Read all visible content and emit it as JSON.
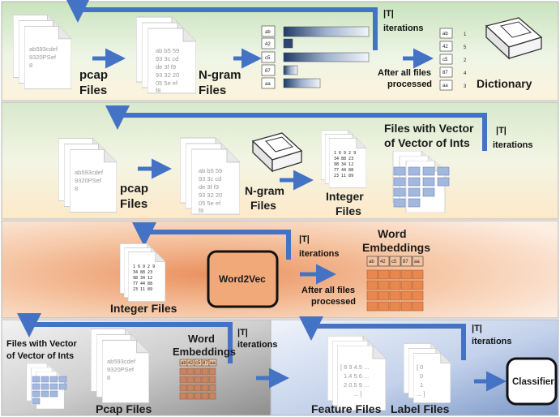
{
  "colors": {
    "arrow": "#4472c4",
    "panel1_top": "#cfe6c4",
    "panel2_top": "#dcebd0",
    "panel3_mid": "#efa277",
    "panel4_left": "#8d8d8d",
    "panel4_right": "#7f98c6",
    "cell_blue": "#a3b8de",
    "cell_orange": "#e8884f"
  },
  "iterations": {
    "t": "|T|",
    "label": "iterations"
  },
  "after_all": [
    "After all files",
    "processed"
  ],
  "pcap_doc": [
    "ab593cdef",
    "9320PSef",
    "8"
  ],
  "ngram_doc": [
    "ab b5 59",
    "93 3c cd",
    "de 3f f9",
    "93 32 20",
    "05 5e ef",
    "f8"
  ],
  "int_doc": [
    "1 6 9 2 9",
    "34 88 23",
    "98 34 12",
    "77 44 88",
    "23 11 89"
  ],
  "tokens": [
    "ab",
    "42",
    "c5",
    "87",
    "aa"
  ],
  "dict_numbers": [
    "1",
    "5",
    "2",
    "4",
    "3"
  ],
  "feature_doc": [
    "[ 8 9 4.5 ...",
    "1.4 5.6 ...",
    "2 0.5 9 ...",
    "... ]"
  ],
  "label_doc": [
    "[ 0",
    "0",
    "1",
    "... ]"
  ],
  "row1": {
    "pcap": [
      "pcap",
      "Files"
    ],
    "ngram": [
      "N-gram",
      "Files"
    ],
    "dictionary": "Dictionary"
  },
  "row2": {
    "pcap": [
      "pcap",
      "Files"
    ],
    "ngram": [
      "N-gram",
      "Files"
    ],
    "integer": [
      "Integer",
      "Files"
    ],
    "vector": [
      "Files with Vector",
      "of Vector of Ints"
    ]
  },
  "row3": {
    "integer": "Integer Files",
    "word2vec": "Word2Vec",
    "embeddings": [
      "Word",
      "Embeddings"
    ]
  },
  "row4": {
    "vector": [
      "Files with Vector",
      "of Vector of Ints"
    ],
    "pcap": "Pcap Files",
    "embeddings": [
      "Word",
      "Embeddings"
    ],
    "feature": "Feature Files",
    "label": "Label Files",
    "classifier": "Classifier"
  }
}
